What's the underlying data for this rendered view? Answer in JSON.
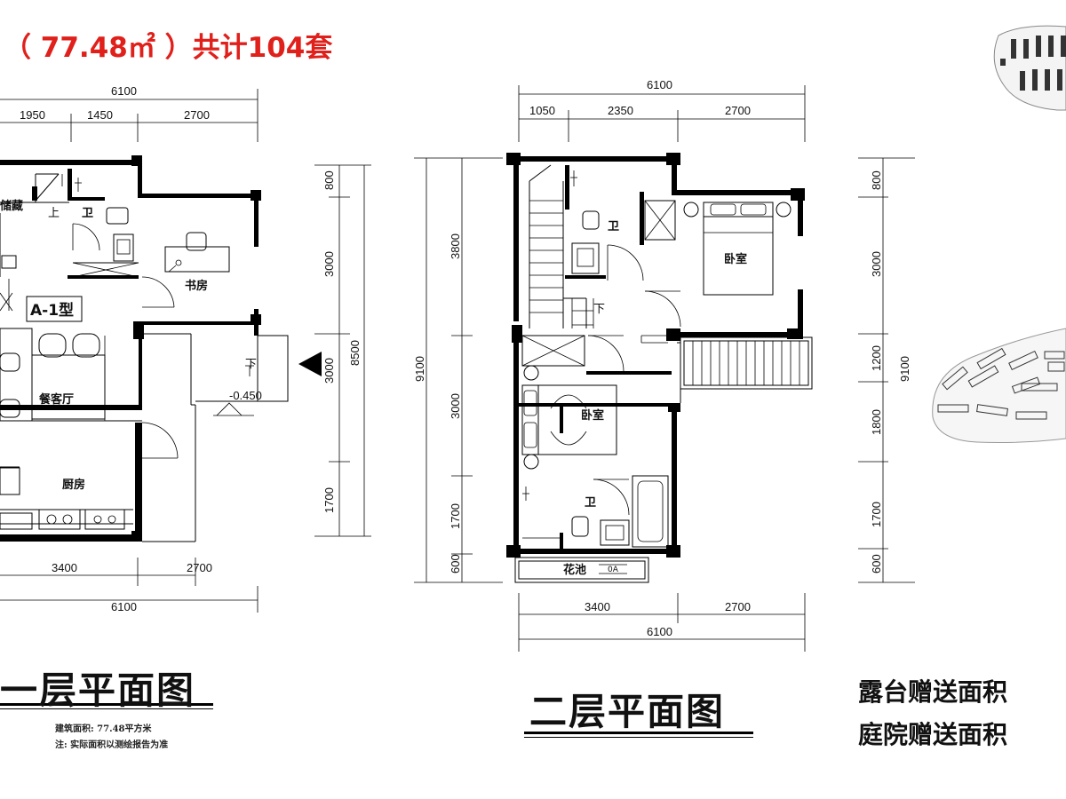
{
  "header": {
    "title": "（ 77.48㎡ ）共计104套"
  },
  "floor1": {
    "title": "一层平面图",
    "type_label": "A-1型",
    "rooms": {
      "storage": "储藏",
      "bath": "卫",
      "study": "书房",
      "living_dining": "餐客厅",
      "kitchen": "厨房"
    },
    "up_mark": "上",
    "down_mark": "下",
    "level": "-0.450",
    "dims_top_total": "6100",
    "dims_top": [
      "1950",
      "1450",
      "2700"
    ],
    "dims_bottom": [
      "3400",
      "2700"
    ],
    "dims_bottom_total": "6100",
    "dims_right": [
      "800",
      "3000",
      "3000",
      "1700"
    ],
    "dims_right_total": "8500",
    "notes": [
      "建筑面积: 77.48平方米",
      "注: 实际面积以测绘报告为准"
    ]
  },
  "floor2": {
    "title": "二层平面图",
    "rooms": {
      "bath_top": "卫",
      "bedroom_1": "卧室",
      "bedroom_2": "卧室",
      "bath_bottom": "卫",
      "planter": "花池"
    },
    "down_mark": "下",
    "planter_code": "0A",
    "dims_top_total": "6100",
    "dims_top": [
      "1050",
      "2350",
      "2700"
    ],
    "dims_bottom": [
      "3400",
      "2700"
    ],
    "dims_bottom_total": "6100",
    "dims_left": [
      "3800",
      "3000",
      "1700",
      "600"
    ],
    "dims_left_total": "9100"
  },
  "site": {
    "dims_left": [
      "800",
      "3000",
      "1200",
      "1800",
      "1700",
      "600"
    ],
    "dims_left_total": "9100"
  },
  "gifts": {
    "terrace": "露台赠送面积",
    "courtyard": "庭院赠送面积"
  }
}
